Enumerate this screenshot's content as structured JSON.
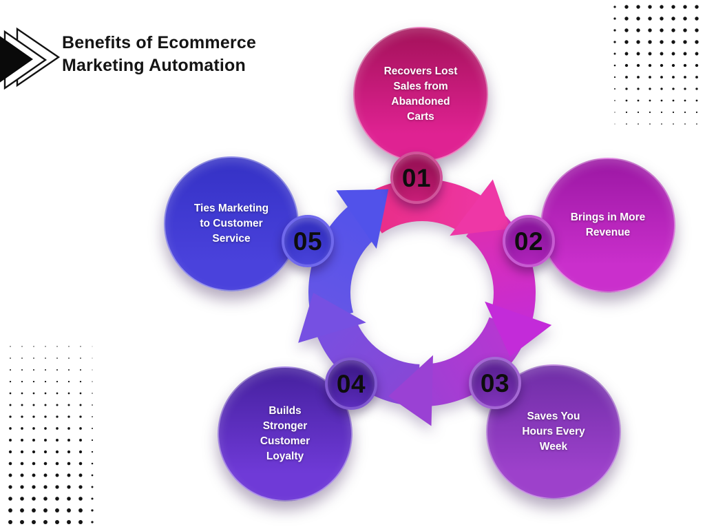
{
  "title": {
    "line1": "Benefits of Ecommerce",
    "line2": "Marketing Automation"
  },
  "style": {
    "background": "#ffffff",
    "title_color": "#141414",
    "dot_color": "#141414",
    "text_color": "#ffffff",
    "number_color": "#0d0d0d"
  },
  "items": [
    {
      "number": "01",
      "label": "Recovers Lost Sales from Abandoned Carts",
      "lines": [
        "Recovers Lost",
        "Sales from",
        "Abandoned",
        "Carts"
      ],
      "colors": {
        "circle_top": "#a31159",
        "circle_bottom": "#df2292",
        "badge": "#9c1158",
        "badge_highlight": "#d42181",
        "badge_rim": "#d0549a",
        "arrow_from": "#e82d86",
        "arrow_to": "#ee37a6"
      }
    },
    {
      "number": "02",
      "label": "Brings in More Revenue",
      "lines": [
        "Brings in More",
        "Revenue"
      ],
      "colors": {
        "circle_top": "#9b17a3",
        "circle_bottom": "#ca2fcc",
        "badge": "#8c169e",
        "badge_highlight": "#bc28c4",
        "badge_rim": "#c75bd2",
        "arrow_from": "#de2fae",
        "arrow_to": "#c32bd9"
      }
    },
    {
      "number": "03",
      "label": "Saves You Hours Every Week",
      "lines": [
        "Saves You",
        "Hours Every",
        "Week"
      ],
      "colors": {
        "circle_top": "#6e2da6",
        "circle_bottom": "#9d41cb",
        "badge": "#5e2396",
        "badge_highlight": "#8c39c6",
        "badge_rim": "#a468d4",
        "arrow_from": "#b836d1",
        "arrow_to": "#9a41d4"
      }
    },
    {
      "number": "04",
      "label": "Builds Stronger Customer Loyalty",
      "lines": [
        "Builds",
        "Stronger",
        "Customer",
        "Loyalty"
      ],
      "colors": {
        "circle_top": "#45209e",
        "circle_bottom": "#6f3ad7",
        "badge": "#401b8f",
        "badge_highlight": "#6331c9",
        "badge_rim": "#8159d1",
        "arrow_from": "#8947d5",
        "arrow_to": "#7650e2"
      }
    },
    {
      "number": "05",
      "label": "Ties Marketing to Customer Service",
      "lines": [
        "Ties Marketing",
        "to Customer",
        "Service"
      ],
      "colors": {
        "circle_top": "#3431c5",
        "circle_bottom": "#4a42dc",
        "badge": "#3531c2",
        "badge_highlight": "#4f49e2",
        "badge_rim": "#7069ec",
        "arrow_from": "#6656e6",
        "arrow_to": "#5152ea"
      }
    }
  ]
}
